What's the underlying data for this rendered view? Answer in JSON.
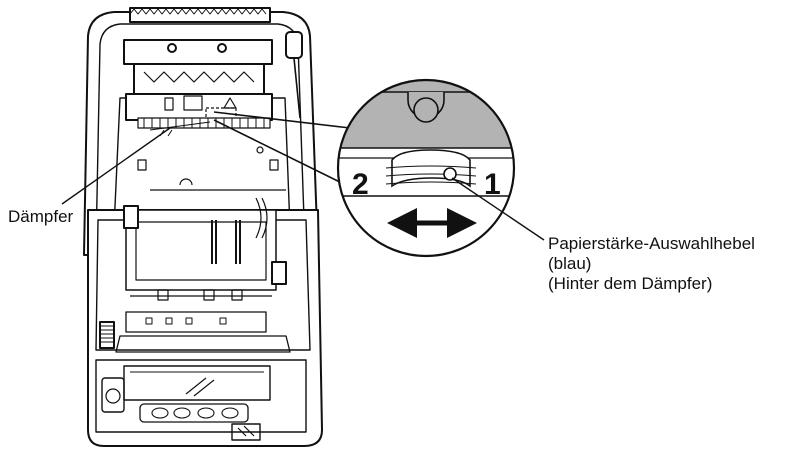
{
  "labels": {
    "damper": "Dämpfer",
    "lever_line1": "Papierstärke-Auswahlhebel",
    "lever_line2": "(blau)",
    "lever_line3": "(Hinter dem Dämpfer)"
  },
  "detail": {
    "position_2": "2",
    "position_1": "1"
  },
  "colors": {
    "line": "#111111",
    "panel_gray": "#b3b3b3",
    "background": "#ffffff"
  }
}
